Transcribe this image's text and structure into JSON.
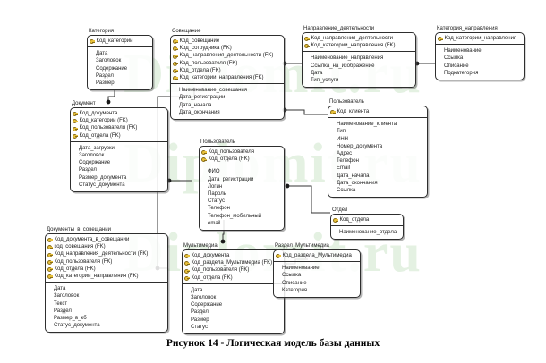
{
  "figure": {
    "caption": "Рисунок 14 - Логическая модель базы данных",
    "watermark": "Diplomit.ru"
  },
  "entities": [
    {
      "id": "kategoriya",
      "title": "Категория",
      "keys": [
        "Код_категории"
      ],
      "attrs": [
        "Дата",
        "Заголовок",
        "Содержание",
        "Раздел",
        "Размер"
      ]
    },
    {
      "id": "soveshchanie",
      "title": "Совещание",
      "keys": [
        "Код_совещание",
        "Код_сотрудника (FK)",
        "Код_направления_деятельности (FK)",
        "Код_пользователя (FK)",
        "Код_отдела (FK)",
        "Код_категории_направления (FK)"
      ],
      "attrs": [
        "Наименование_совещания",
        "Дата_регистрации",
        "Дата_начала",
        "Дата_окончания"
      ]
    },
    {
      "id": "napravlenie",
      "title": "Направление_деятельности",
      "keys": [
        "Код_направления_деятельности",
        "Код_категории_направления (FK)"
      ],
      "attrs": [
        "Наименование_направления",
        "Ссылка_на_изображение",
        "Дата",
        "Тип_услуги"
      ]
    },
    {
      "id": "kategoriya-napravleniya",
      "title": "Категория_направления",
      "keys": [
        "Код_категории_направления"
      ],
      "attrs": [
        "Наименование",
        "Ссылка",
        "Описание",
        "Подкатегория"
      ]
    },
    {
      "id": "dokument",
      "title": "Документ",
      "keys": [
        "Код_документа",
        "Код_категории (FK)",
        "Код_пользователя (FK)",
        "Код_отдела (FK)"
      ],
      "attrs": [
        "Дата_загрузки",
        "Заголовок",
        "Содержание",
        "Раздел",
        "Размер_документа",
        "Статус_документа"
      ]
    },
    {
      "id": "polzovatel-client",
      "title": "Пользователь",
      "keys": [
        "Код_клиента"
      ],
      "attrs": [
        "Наименование_клиента",
        "Тип",
        "ИНН",
        "Номер_документа",
        "Адрес",
        "Телефон",
        "Email",
        "Дата_начала",
        "Дата_окончания",
        "Ссылка"
      ]
    },
    {
      "id": "polzovatel",
      "title": "Пользователь",
      "keys": [
        "Код_пользователя",
        "Код_отдела (FK)"
      ],
      "attrs": [
        "ФИО",
        "Дата_регистрации",
        "Логин",
        "Пароль",
        "Статус",
        "Телефон",
        "Телефон_мобильный",
        "email"
      ]
    },
    {
      "id": "dokumenty-v-soveshchanii",
      "title": "Документы_в_совещании",
      "keys": [
        "Код_документа_в_совещании",
        "код_совещания (FK)",
        "Код_направления_деятельности (FK)",
        "Код_пользователя (FK)",
        "Код_отдела (FK)",
        "Код_категории_направления (FK)"
      ],
      "attrs": [
        "Дата",
        "Заголовок",
        "Текст",
        "Раздел",
        "Размер_в_кб",
        "Статус_документа"
      ]
    },
    {
      "id": "otdel",
      "title": "Отдел",
      "keys": [
        "Код_отдела"
      ],
      "attrs": [
        "Наименование_отдела"
      ]
    },
    {
      "id": "multimedia",
      "title": "Мультимедиа",
      "keys": [
        "Код_документа",
        "Код_раздела_Мультимедиа (FK)",
        "Код_пользователя (FK)",
        "Код_отдела (FK)"
      ],
      "attrs": [
        "Дата",
        "Заголовок",
        "Содержание",
        "Раздел",
        "Размер",
        "Статус"
      ]
    },
    {
      "id": "razdel-multimedia",
      "title": "Раздел_Мультимедиа",
      "keys": [
        "Код_раздела_Мультимедиа"
      ],
      "attrs": [
        "Наименование",
        "Ссылка",
        "Описание",
        "Категория"
      ]
    }
  ]
}
